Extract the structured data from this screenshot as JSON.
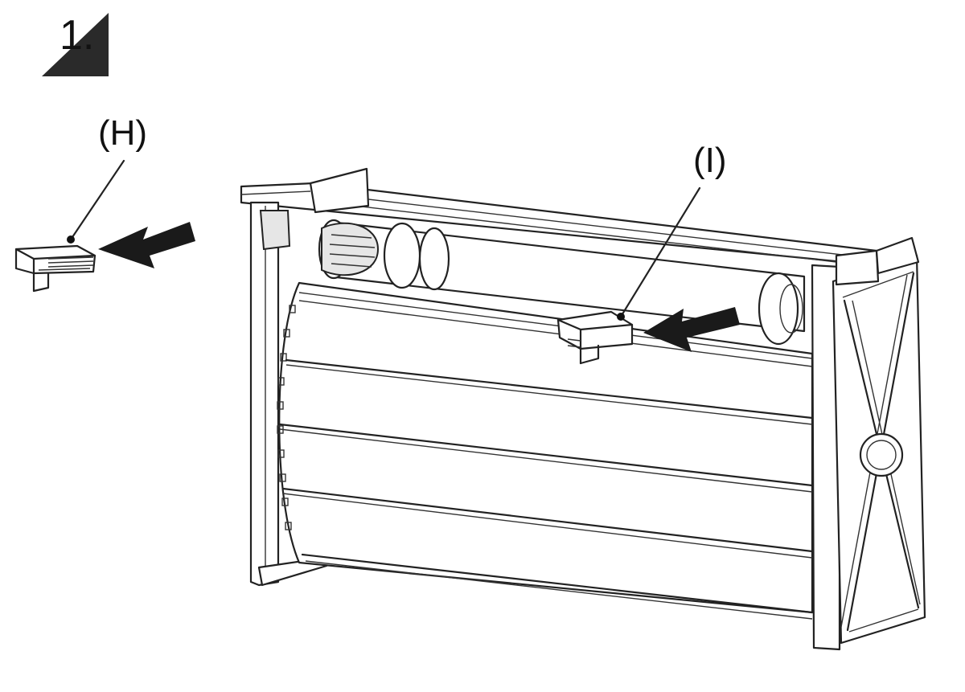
{
  "step": {
    "number": "1."
  },
  "callouts": {
    "h": "(H)",
    "i": "(I)"
  }
}
